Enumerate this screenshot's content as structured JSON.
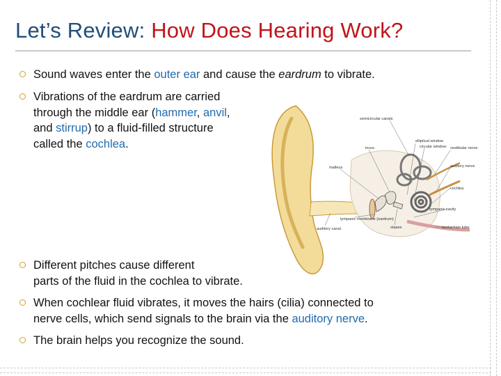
{
  "title": {
    "part1": "Let’s Review: ",
    "part2": "How Does Hearing Work?"
  },
  "bullets": [
    {
      "lines": [
        [
          "Sound waves enter the ",
          {
            "hl": "outer ear"
          },
          " and cause the ",
          {
            "i": "eardrum"
          },
          " to vibrate."
        ]
      ]
    },
    {
      "lines": [
        [
          "Vibrations of the eardrum are carried"
        ],
        [
          "through the middle ear (",
          {
            "hl": "hammer"
          },
          ", ",
          {
            "hl": "anvil"
          },
          ","
        ],
        [
          " and ",
          {
            "hl": "stirrup"
          },
          ") to a fluid-filled structure"
        ],
        [
          "called the ",
          {
            "hl": "cochlea"
          },
          "."
        ]
      ]
    },
    {
      "lines": [
        [
          "Different pitches cause different"
        ],
        [
          "parts of the fluid in the cochlea to vibrate."
        ]
      ]
    },
    {
      "lines": [
        [
          "When cochlear fluid vibrates, it moves the hairs (cilia) connected to"
        ],
        [
          "nerve cells, which send signals to the brain via the ",
          {
            "hl": "auditory nerve"
          },
          "."
        ]
      ]
    },
    {
      "lines": [
        [
          "The brain helps you recognize the sound."
        ]
      ]
    }
  ],
  "diagram": {
    "labels": {
      "semicircular_canals": "semicircular canals",
      "elliptical_window": "elliptical window",
      "circular_window": "circular window",
      "incus": "incus",
      "vestibular_nerve": "vestibular nerve",
      "auditory_nerve": "auditory nerve",
      "malleus": "malleus",
      "cochlea": "cochlea",
      "tympanic_cavity": "tympanic cavity",
      "tympanic_membrane": "tympanic membrane (eardrum)",
      "stapes": "stapes",
      "auditory_canal": "auditory canal",
      "eustachian_tube": "eustachian tube"
    }
  },
  "colors": {
    "title_blue": "#1f4e79",
    "title_red": "#c0141b",
    "highlight_blue": "#1f6bb0",
    "bullet_gold": "#d2a020"
  }
}
